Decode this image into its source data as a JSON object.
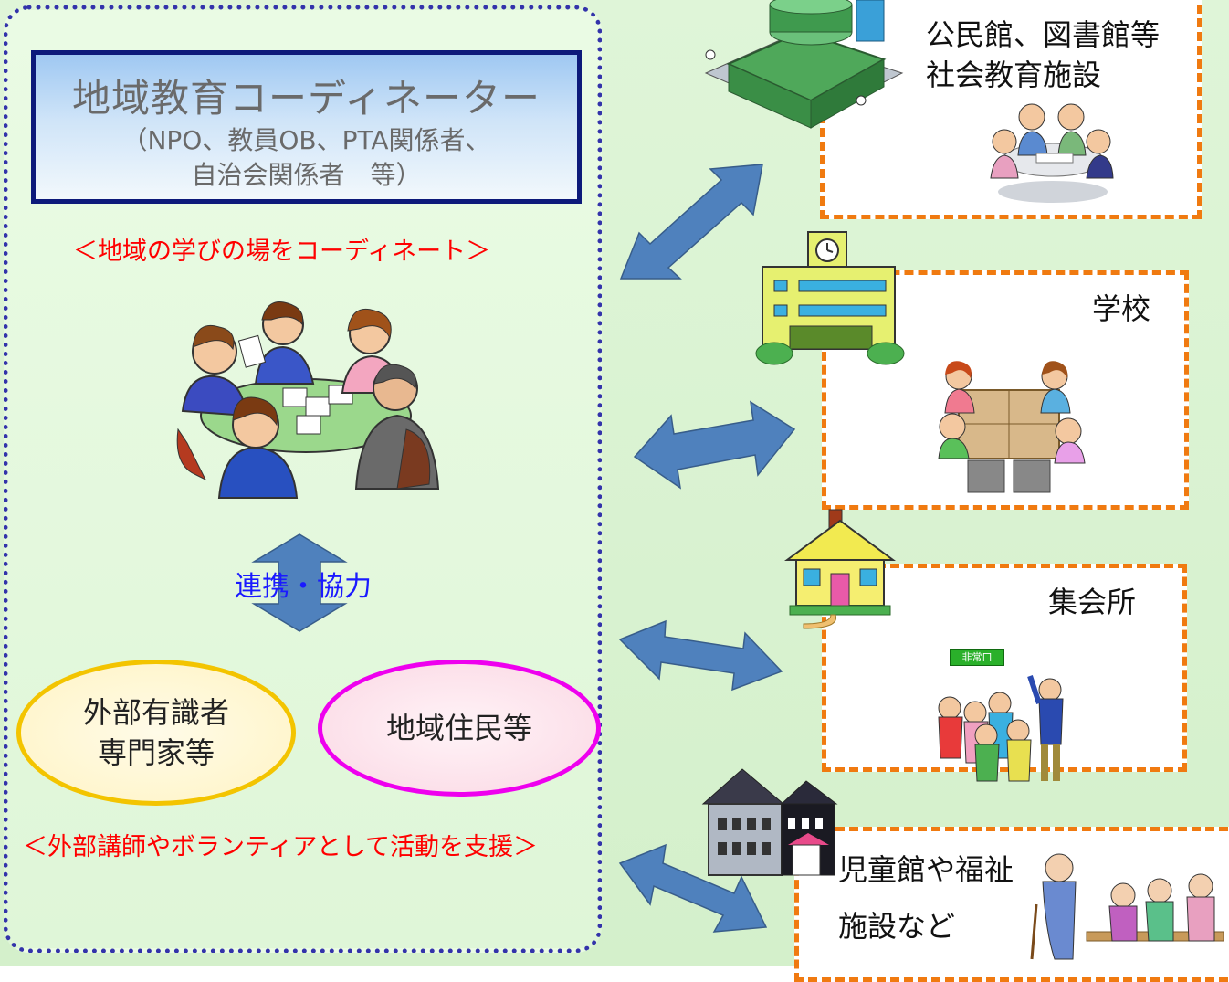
{
  "coordinator": {
    "title": "地域教育コーディネーター",
    "sub_line1": "（NPO、教員OB、PTA関係者、",
    "sub_line2": "自治会関係者　等）"
  },
  "role_caption": "＜地域の学びの場をコーディネート＞",
  "cooperation_label": "連携・協力",
  "ellipse_experts": {
    "line1": "外部有識者",
    "line2": "専門家等"
  },
  "ellipse_residents": "地域住民等",
  "support_caption": "＜外部講師やボランティアとして活動を支援＞",
  "facilities": [
    {
      "line1": "公民館、図書館等",
      "line2": "社会教育施設"
    },
    {
      "line1": "学校"
    },
    {
      "line1": "集会所"
    },
    {
      "line1": "児童館や福祉",
      "line2": "施設など"
    }
  ],
  "exit_sign": "非常口",
  "colors": {
    "dashed_border": "#f07a10",
    "coordinator_border": "#0d1a7a",
    "caption_red": "#ff0000",
    "cooperation_blue": "#1a1aff",
    "arrow_fill": "#4f81bd",
    "experts_border": "#f3c400",
    "residents_border": "#ee00ee"
  }
}
